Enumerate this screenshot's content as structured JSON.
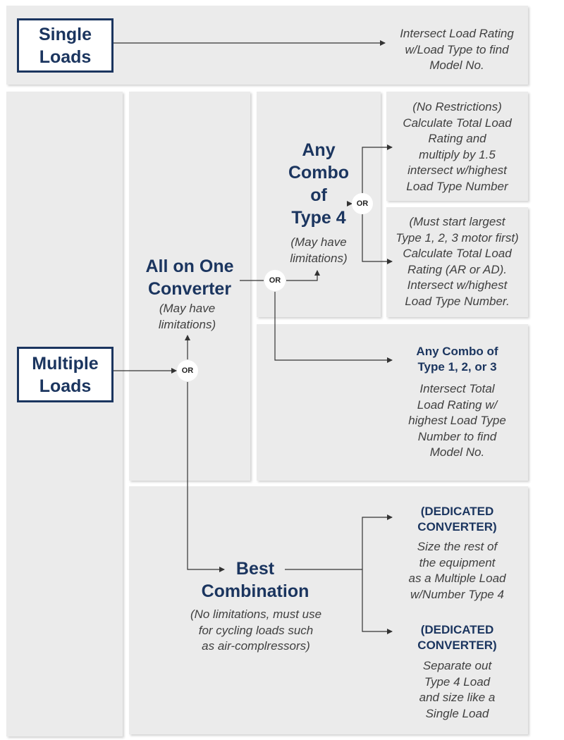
{
  "single_loads": {
    "box": [
      "Single",
      "Loads"
    ],
    "text": [
      "Intersect Load Rating",
      "w/Load Type to find",
      "Model No."
    ]
  },
  "multiple_loads": {
    "box": [
      "Multiple",
      "Loads"
    ]
  },
  "or_label": "OR",
  "all_on_one": {
    "title": [
      "All on One",
      "Converter"
    ],
    "note": [
      "(May have",
      "limitations)"
    ]
  },
  "type4": {
    "title": [
      "Any",
      "Combo",
      "of",
      "Type 4"
    ],
    "note": [
      "(May have",
      "limitations)"
    ]
  },
  "no_restrictions": {
    "text": [
      "(No Restrictions)",
      "Calculate Total Load",
      "Rating and",
      "multiply by 1.5",
      "intersect w/highest",
      "Load Type Number"
    ]
  },
  "must_start": {
    "text": [
      "(Must start largest",
      "Type 1, 2, 3 motor first)",
      "Calculate Total Load",
      "Rating (AR or AD).",
      "Intersect w/highest",
      "Load Type Number."
    ]
  },
  "type123": {
    "title": [
      "Any Combo of",
      "Type 1, 2, or 3"
    ],
    "text": [
      "Intersect Total",
      "Load Rating w/",
      "highest Load Type",
      "Number to find",
      "Model No."
    ]
  },
  "best_combination": {
    "title": [
      "Best",
      "Combination"
    ],
    "note": [
      "(No limitations, must use",
      "for cycling loads such",
      "as air-complressors)"
    ]
  },
  "dedicated_1": {
    "title": [
      "(DEDICATED",
      "CONVERTER)"
    ],
    "text": [
      "Size the rest of",
      "the equipment",
      "as a Multiple Load",
      "w/Number Type 4"
    ]
  },
  "dedicated_2": {
    "title": [
      "(DEDICATED",
      "CONVERTER)"
    ],
    "text": [
      "Separate out",
      "Type 4 Load",
      "and size like a",
      "Single Load"
    ]
  },
  "colors": {
    "navy": "#1b355f",
    "panel": "#ebebeb",
    "text": "#404040",
    "line": "#333333"
  }
}
